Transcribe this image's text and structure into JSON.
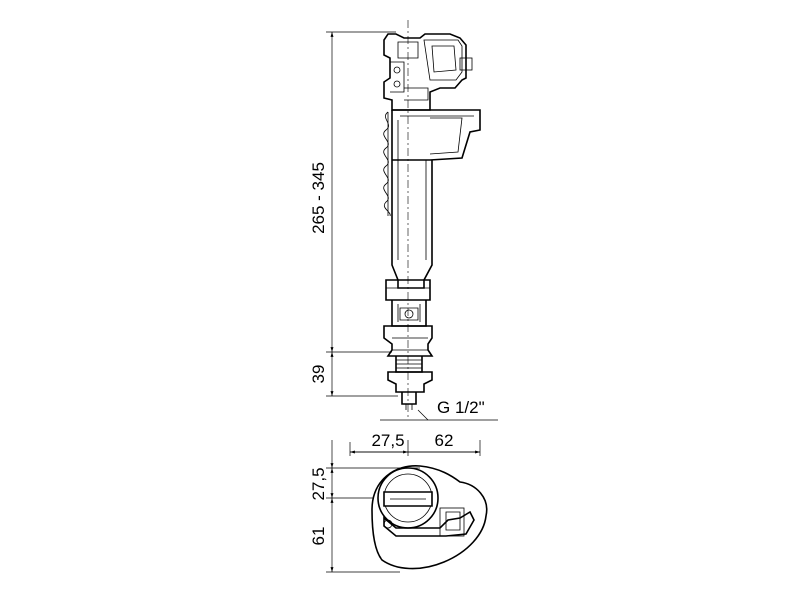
{
  "dimensions": {
    "height_range": "265 - 345",
    "connection_height": "39",
    "thread": "G 1/2\"",
    "offset_a": "27,5",
    "offset_b": "62",
    "side_a": "27,5",
    "side_b": "61"
  }
}
